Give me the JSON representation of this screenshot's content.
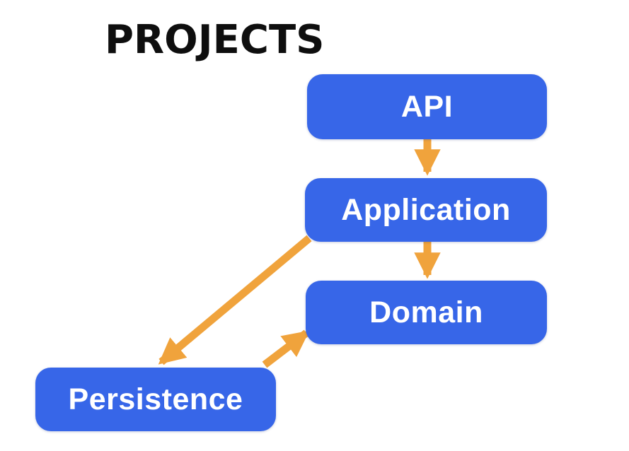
{
  "title": "PROJECTS",
  "colors": {
    "bg": "#ffffff",
    "title": "#0e0e0e",
    "box": "#3766e8",
    "label": "#ffffff",
    "arrow": "#f0a33c"
  },
  "nodes": [
    {
      "id": "api",
      "label": "API"
    },
    {
      "id": "application",
      "label": "Application"
    },
    {
      "id": "domain",
      "label": "Domain"
    },
    {
      "id": "persistence",
      "label": "Persistence"
    }
  ],
  "edges": [
    {
      "from": "API",
      "to": "Application",
      "direction": "down"
    },
    {
      "from": "Application",
      "to": "Domain",
      "direction": "down"
    },
    {
      "from": "Application",
      "to": "Persistence",
      "direction": "diagonal-down-left"
    },
    {
      "from": "Persistence",
      "to": "Domain",
      "direction": "diagonal-up-right"
    }
  ]
}
